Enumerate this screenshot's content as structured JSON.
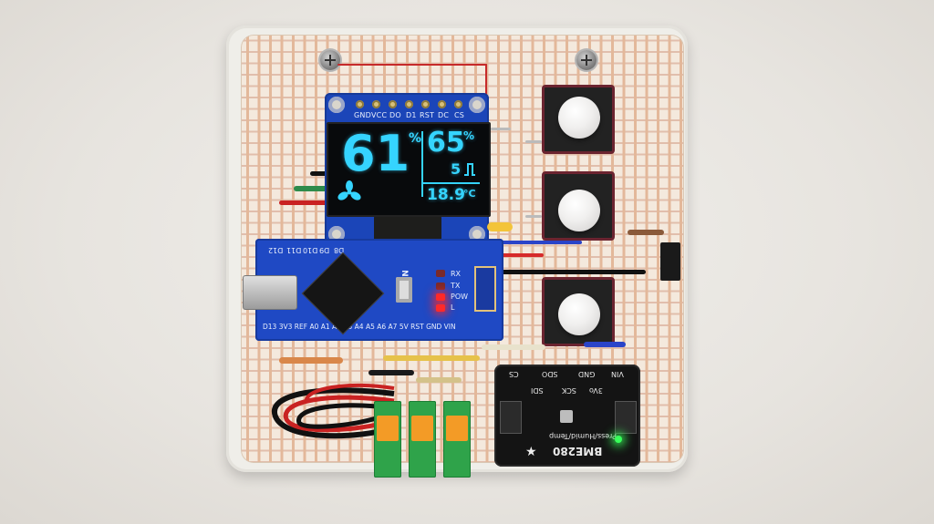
{
  "oled": {
    "pin_labels": [
      "GND",
      "VCC",
      "DO",
      "D1",
      "RST",
      "DC",
      "CS"
    ],
    "humidity_main": "61",
    "humidity_main_unit": "%",
    "humidity_secondary": "65",
    "humidity_secondary_unit": "%",
    "level_value": "5",
    "temperature": "18.9",
    "temperature_unit": "°C",
    "display_color": "#35d4ff",
    "fan_icon": "fan-icon"
  },
  "arduino": {
    "board_label": "NANO",
    "top_pin_labels": [
      "D12",
      "D11",
      "D10",
      "D9",
      "D8"
    ],
    "bottom_pin_labels": [
      "D13",
      "3V3",
      "REF",
      "A0",
      "A1",
      "A2",
      "A3",
      "A4",
      "A5",
      "A6",
      "A7",
      "5V",
      "RST",
      "GND",
      "VIN"
    ],
    "led_labels": [
      "RX",
      "TX",
      "POW",
      "L"
    ]
  },
  "sensor": {
    "top_pin_labels": [
      "CS",
      "SDO",
      "GND",
      "VIN"
    ],
    "second_row_labels": [
      "SDI",
      "SCK",
      "3Vo"
    ],
    "name": "BME280",
    "description": "Press/Humid/Temp"
  },
  "colors": {
    "pcb_blue": "#1f49c4",
    "oled_text": "#35d4ff",
    "stripboard": "#f4e9dd",
    "copper_strip": "#e3b89a",
    "terminal_green": "#2fa34a",
    "terminal_lever": "#f39b26",
    "led_red": "#ff2a2a",
    "led_green": "#38ff5a"
  }
}
